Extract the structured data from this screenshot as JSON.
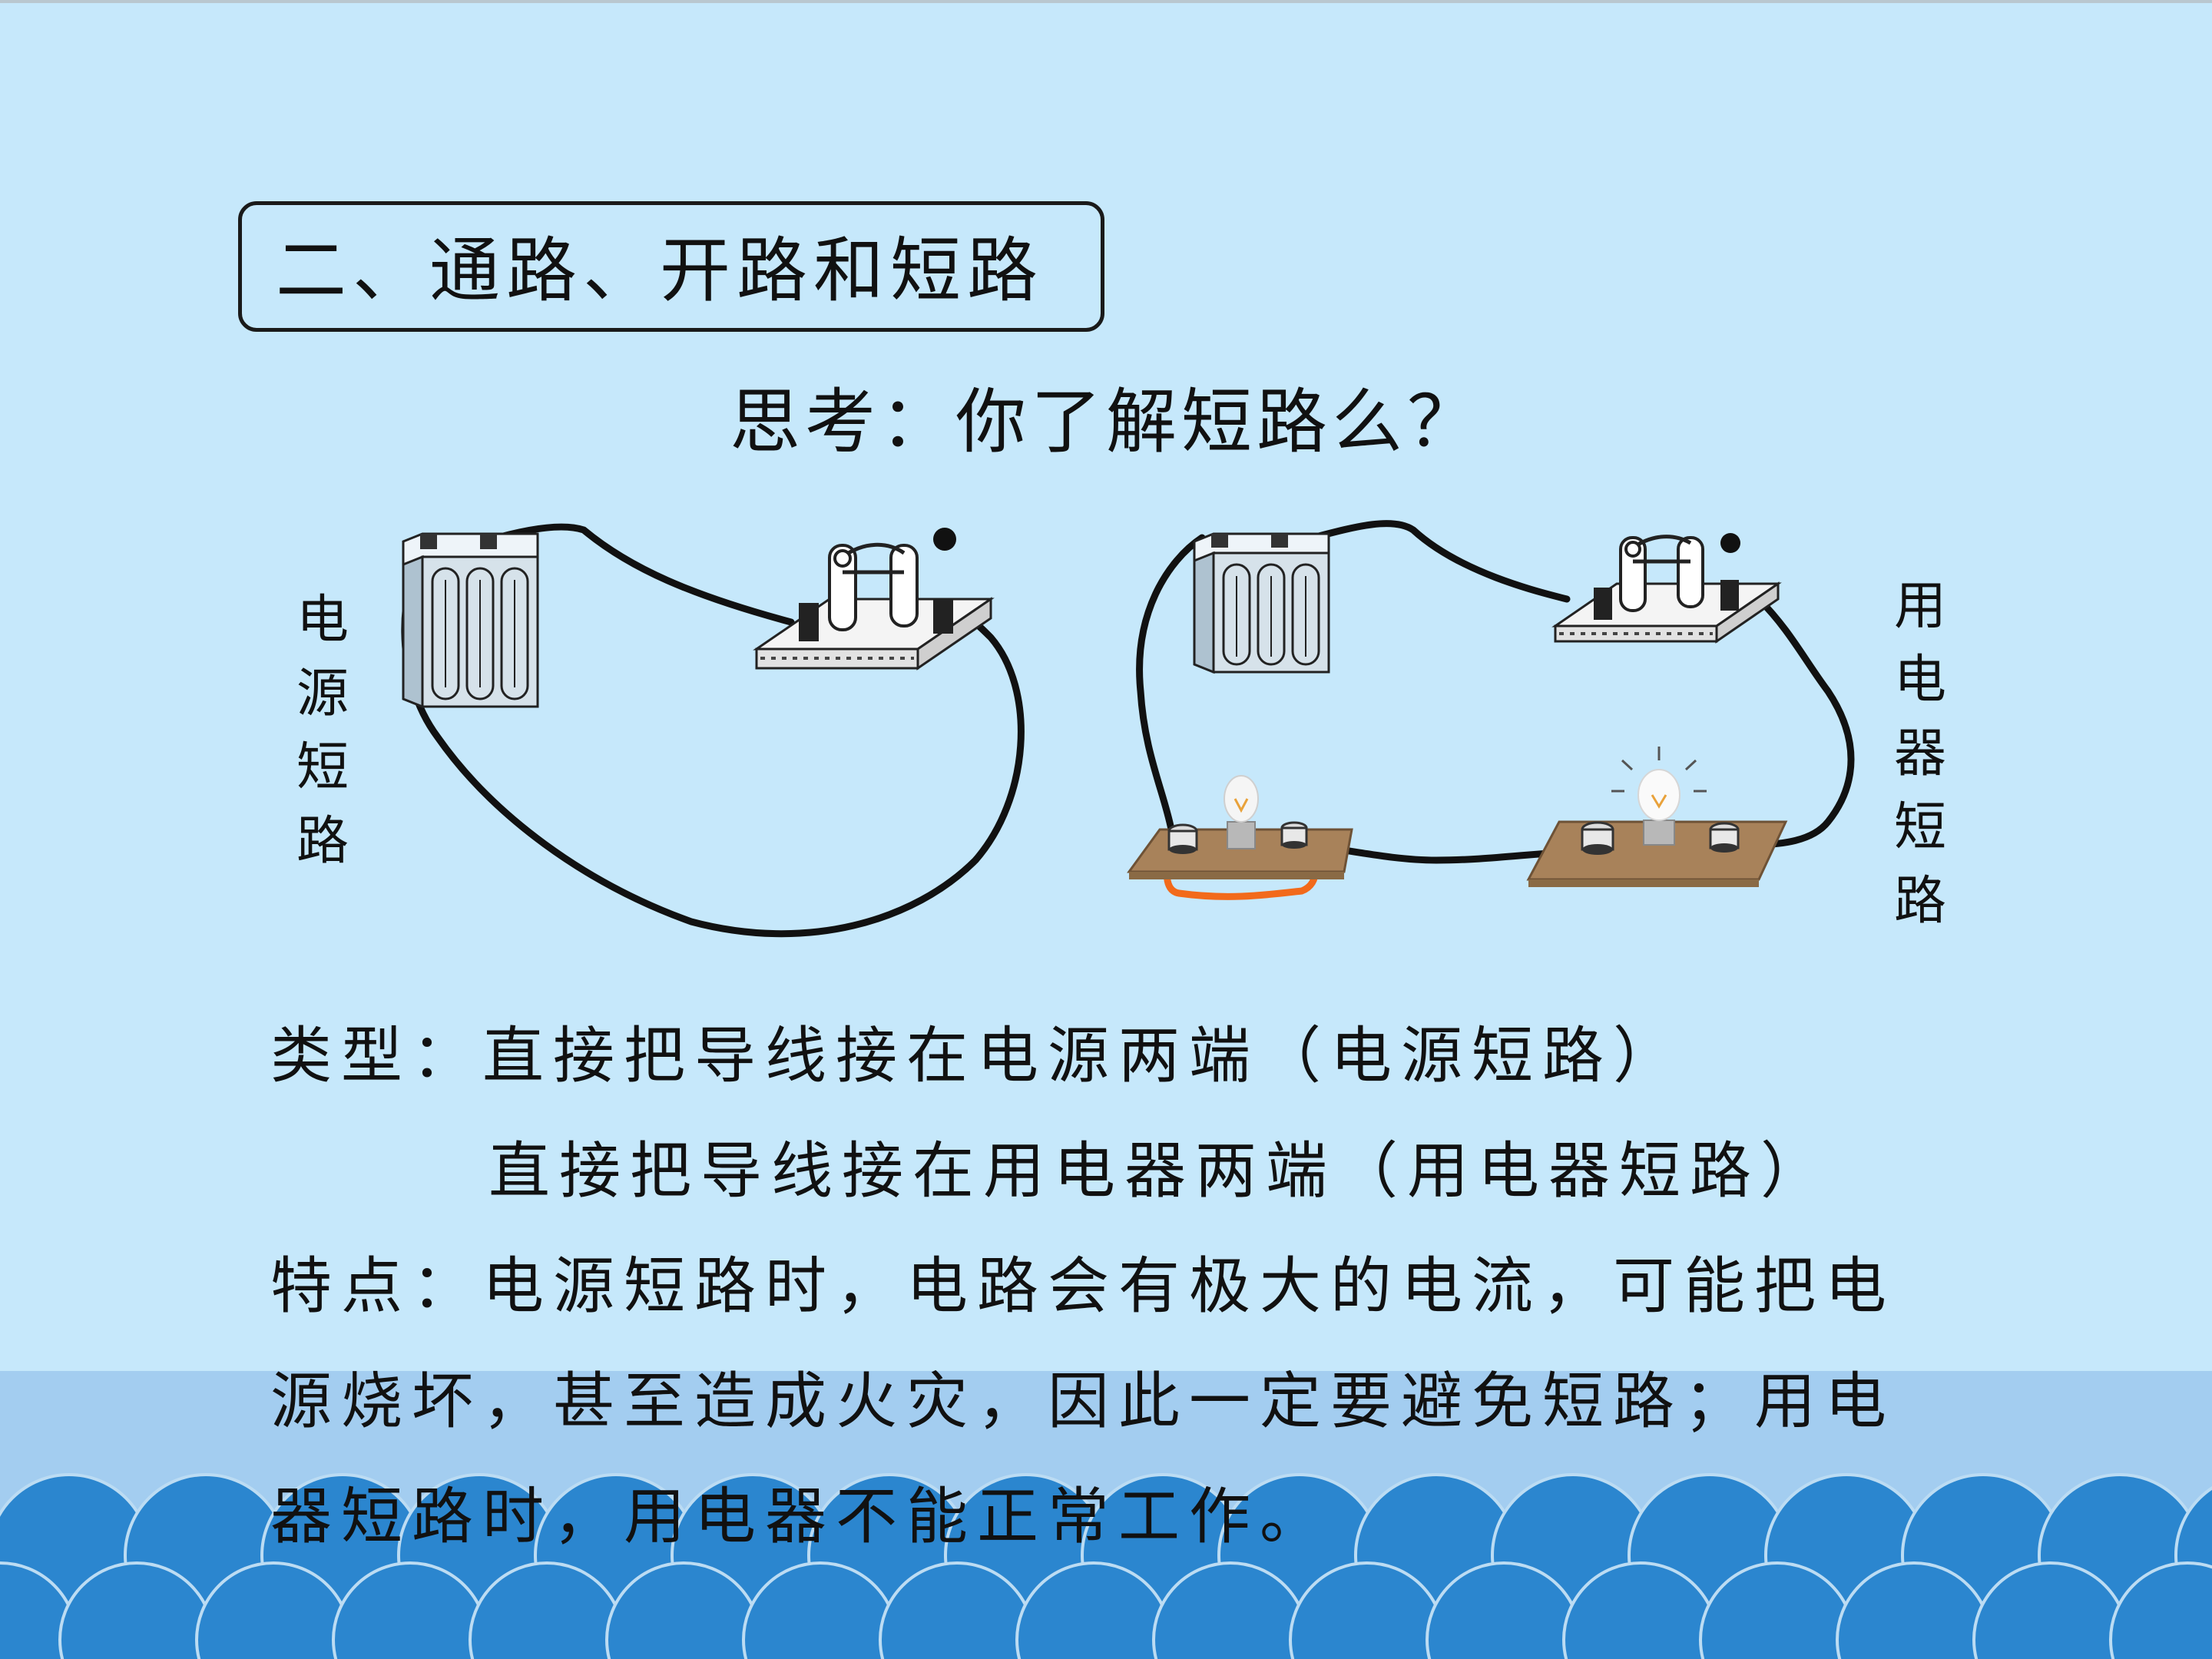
{
  "title": "二、通路、开路和短路",
  "question": "思考：你了解短路么？",
  "labels": {
    "left": "电源短路",
    "right": "用电器短路"
  },
  "text": {
    "type_line1": "类型：直接把导线接在电源两端（电源短路）",
    "type_line2": "直接把导线接在用电器两端（用电器短路）",
    "feature_line1": "特点：电源短路时，电路会有极大的电流，可能把电",
    "feature_line2": "源烧坏，甚至造成火灾，因此一定要避免短路；用电",
    "feature_line3": "器短路时，用电器不能正常工作。"
  },
  "colors": {
    "background": "#c6e8fb",
    "band": "#a3cdf0",
    "wave": "#2b86cf",
    "wire": "#111111",
    "short_wire": "#f26a1b",
    "board": "#a8825a"
  },
  "icons": [
    "battery-icon",
    "switch-icon",
    "bulb-icon",
    "bulb-lit-icon"
  ]
}
